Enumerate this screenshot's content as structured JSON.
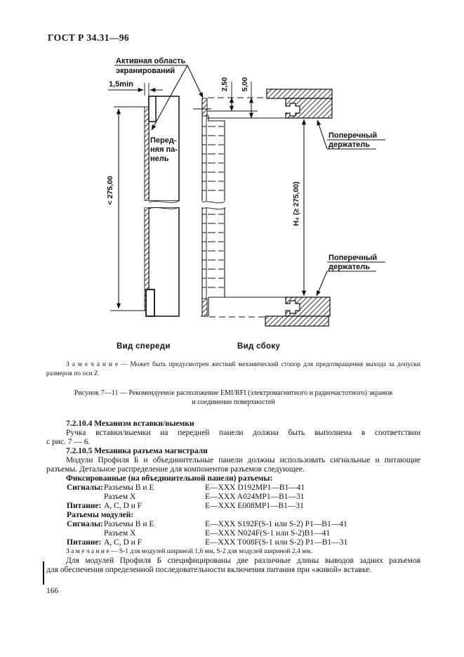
{
  "header": {
    "standard": "ГОСТ Р 34.31—96"
  },
  "figure": {
    "active_area": [
      "Активная область",
      "экранирований"
    ],
    "min_dim": "1,5min",
    "front_panel": [
      "Перед-",
      "няя па-",
      "нель"
    ],
    "dim_2_50": "2,50",
    "dim_5_00": "5,00",
    "dim_height_front": "< 275,00",
    "dim_height_side": "H₄ (≥ 275,00)",
    "holder": [
      "Поперечный",
      "держатель"
    ],
    "view_front": "Вид спереди",
    "view_side": "Вид сбоку",
    "note_lines": [
      "З а м е ч а н и е — Может быть предусмотрен жесткий механический стопор для предотвращения выхода за допуски",
      "размеров по оси Z"
    ],
    "caption_lines": [
      "Рисунок 7—11 — Рекомендуемое расположение EMI/RFI (электромагнитного и радиочастотного) экранов",
      "и соединение поверхностей"
    ]
  },
  "sections": {
    "s7_2_10_4": {
      "title": "7.2.10.4 Механизм вставки/выемки",
      "body_lines": [
        "Ручка вставки/выемки на передней панели должна быть выполнена в соответствии",
        "с рис. 7 — 6."
      ]
    },
    "s7_2_10_5": {
      "title": "7.2.10.5 Механика разъема магистрали",
      "body_lines": [
        "Модули Профиля Б и объединительные панели должны использовать сигнальные и питающие",
        "разъемы. Детальное распределение для компонентов разъемов следующее."
      ]
    }
  },
  "connectors": {
    "fixed_heading": "Фиксированные (на объединительной панели) разъемы:",
    "fixed_rows": [
      {
        "group": "Сигналы:",
        "item": "Разъемы В и Е",
        "code": "Е—XXX D192MP1—B1—41"
      },
      {
        "group": "",
        "item": "Разъем X",
        "code": "Е—XXX A024MP1—B1—31"
      },
      {
        "group": "Питание:",
        "item": "А, С, D и F",
        "code": "Е—XXX E008MP1—B1—31"
      }
    ],
    "module_heading": "Разъемы модулей:",
    "module_rows": [
      {
        "group": "Сигналы:",
        "item": "Разъемы В и Е",
        "code": "Е—XXX S192F(S-1 или S-2) P1—B1—41"
      },
      {
        "group": "",
        "item": "Разъем X",
        "code": "Е—XXX N024F(S-1 или S-2)B1—41"
      },
      {
        "group": "Питание:",
        "item": "А, С, D и F",
        "code": "Е—XXX T008F(S-1 или S-2) P1—B1—31"
      }
    ],
    "note": "З а м е ч а н и е — S-1 для модулей шириной 1,6 мм, S-2 для модулей шириной 2,4 мм."
  },
  "closing_lines": [
    "Для модулей Профиля Б специфицированы две различные длины выводов задних разъемов",
    "для обеспечения определенной последовательности включения питания при «живой» вставке."
  ],
  "page_number": "166"
}
